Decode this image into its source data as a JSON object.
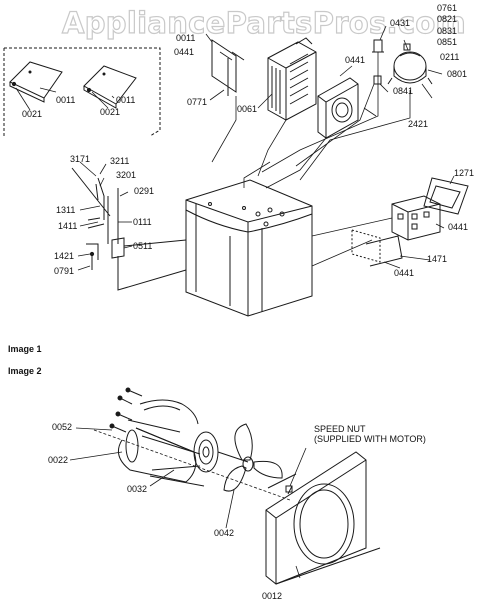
{
  "watermark": "AppliancePartsPros.com",
  "sections": {
    "image1": "Image 1",
    "image2": "Image 2"
  },
  "parts_image1": {
    "p0011": "0011",
    "p0441": "0441",
    "p0771": "0771",
    "p0061": "0061",
    "p0431": "0431",
    "p0761": "0761",
    "p0821": "0821",
    "p0831": "0831",
    "p0851": "0851",
    "p0211": "0211",
    "p0801": "0801",
    "p0841": "0841",
    "p2421": "2421",
    "p0011a": "0011",
    "p0011b": "0011",
    "p0021a": "0021",
    "p0021b": "0021",
    "p3171": "3171",
    "p3211": "3211",
    "p3201": "3201",
    "p0291": "0291",
    "p1311": "1311",
    "p1411": "1411",
    "p0111": "0111",
    "p0511": "0511",
    "p1421": "1421",
    "p0791": "0791",
    "p1271": "1271",
    "p0441b": "0441",
    "p1471": "1471",
    "p0441c": "0441",
    "p0441d": "0441"
  },
  "parts_image2": {
    "p0052": "0052",
    "p0022": "0022",
    "p0032": "0032",
    "p0042": "0042",
    "p0012": "0012",
    "speed_nut_line1": "SPEED NUT",
    "speed_nut_line2": "(SUPPLIED WITH MOTOR)"
  }
}
